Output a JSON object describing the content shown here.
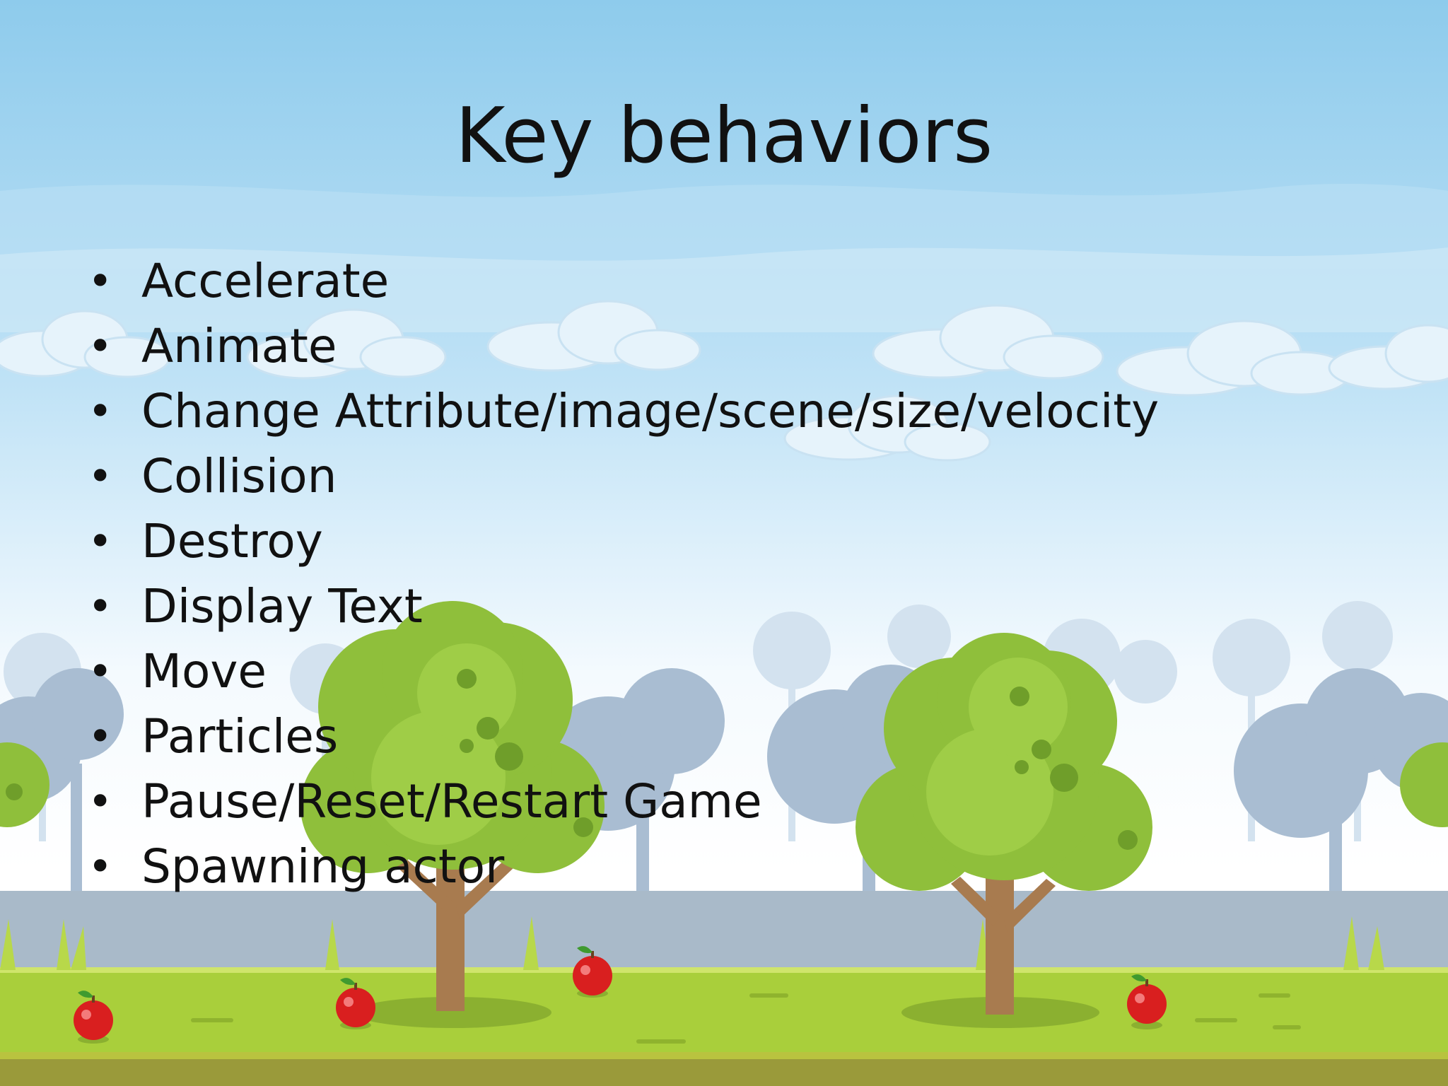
{
  "slide": {
    "title": "Key behaviors",
    "bullets": [
      "Accelerate",
      "Animate",
      "Change Attribute/image/scene/size/velocity",
      "Collision",
      "Destroy",
      "Display Text",
      "Move",
      "Particles",
      "Pause/Reset/Restart Game",
      "Spawning actor"
    ]
  },
  "colors": {
    "sky_top": "#8fcdec",
    "sky_bottom": "#ffffff",
    "distant_trees": "#a9bfd3",
    "tree_foliage": "#8fbf3b",
    "tree_foliage_dark": "#6f9e2a",
    "trunk": "#a97c50",
    "grass": "#a8cf3a",
    "soil": "#9e9a3c",
    "apple": "#d91f1f"
  },
  "icons": {
    "bullet": "bullet-dot",
    "apple": "apple-icon",
    "tree": "tree-icon",
    "cloud": "cloud-icon"
  }
}
